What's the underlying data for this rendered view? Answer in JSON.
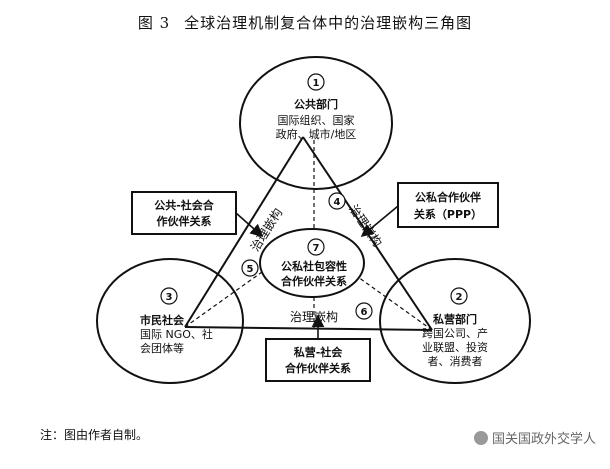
{
  "title": {
    "figure": "图 3",
    "text": "全球治理机制复合体中的治理嵌构三角图"
  },
  "nodes": [
    {
      "num": "1",
      "title": "公共部门",
      "lines": [
        "国际组织、国家",
        "政府、城市/地区"
      ]
    },
    {
      "num": "2",
      "title": "私营部门",
      "lines": [
        "跨国公司、产",
        "业联盟、投资",
        "者、消费者"
      ]
    },
    {
      "num": "3",
      "title": "市民社会",
      "lines": [
        "国际 NGO、社",
        "会团体等"
      ]
    },
    {
      "num": "7",
      "title": "公私社包容性",
      "lines": [
        "合作伙伴关系"
      ]
    }
  ],
  "boxes": [
    {
      "num": "",
      "lines": [
        "公共-社会合",
        "作伙伴关系"
      ]
    },
    {
      "num": "",
      "lines": [
        "公私合作伙伴",
        "关系（PPP）"
      ]
    },
    {
      "num": "",
      "lines": [
        "私营-社会",
        "合作伙伴关系"
      ]
    }
  ],
  "edge_labels": {
    "left": "治理嵌构",
    "right": "治理嵌构",
    "bottom": "治理嵌构"
  },
  "numbers": {
    "n4": "4",
    "n5": "5",
    "n6": "6"
  },
  "note": "注：图由作者自制。",
  "watermark": "国关国政外交学人"
}
